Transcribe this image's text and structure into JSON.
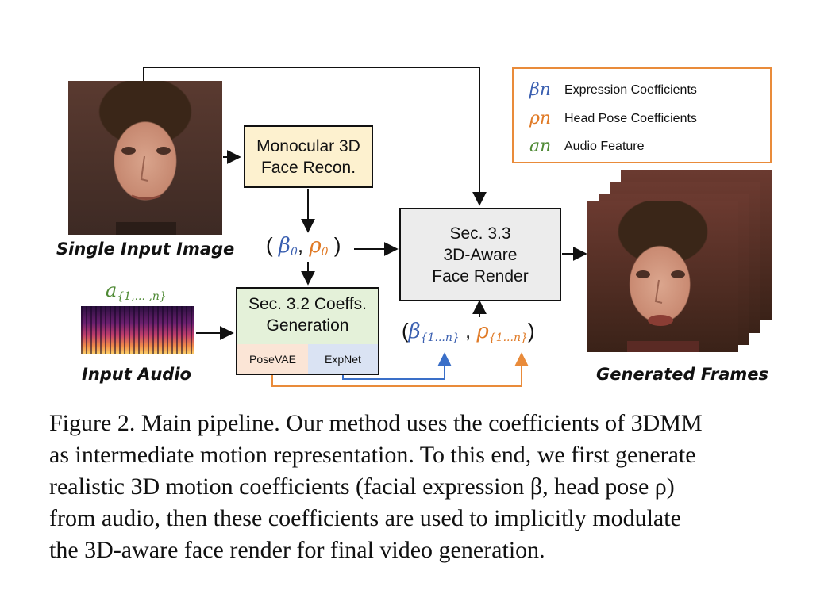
{
  "diagram": {
    "input_image_label": "Single Input Image",
    "input_audio_label": "Input Audio",
    "generated_label": "Generated Frames",
    "recon_box": {
      "line1": "Monocular 3D",
      "line2": "Face Recon."
    },
    "coeff_box": {
      "line1": "Sec. 3.2 Coeffs.",
      "line2": "Generation",
      "posevae": "PoseVAE",
      "expnet": "ExpNet"
    },
    "render_box": {
      "line1": "Sec. 3.3",
      "line2": "3D-Aware",
      "line3": "Face Render"
    },
    "init_coeffs": {
      "open": "(",
      "beta": "β",
      "beta_sub": "0",
      "sep": ",",
      "rho": "ρ",
      "rho_sub": "0",
      "close": ")"
    },
    "seq_coeffs": {
      "open": "(",
      "beta": "β",
      "beta_sub": "{1...n}",
      "sep": ",",
      "rho": "ρ",
      "rho_sub": "{1...n}",
      "close": ")"
    },
    "audio_symbol": {
      "sym": "a",
      "sub": "{1,... ,n}"
    }
  },
  "legend": [
    {
      "sym": "βn",
      "text": "Expression Coefficients",
      "color": "#3a5fb0"
    },
    {
      "sym": "ρn",
      "text": "Head Pose Coefficients",
      "color": "#e07a26"
    },
    {
      "sym": "an",
      "text": "Audio Feature",
      "color": "#4f8a35"
    }
  ],
  "caption": {
    "lines": [
      "Figure 2. Main pipeline. Our method uses the coefficients of 3DMM",
      "as intermediate motion representation. To this end, we first generate",
      "realistic 3D motion coefficients (facial expression β, head pose ρ)",
      "from audio, then these coefficients are used to implicitly modulate",
      "the 3D-aware face render for final video generation."
    ]
  },
  "colors": {
    "expression": "#3a5fb0",
    "pose": "#e07a26",
    "audio": "#4f8a35",
    "recon_fill": "#fdf1cf",
    "coeff_fill": "#e4f1d9",
    "render_fill": "#ececec",
    "posevae_fill": "#fbe5d6",
    "expnet_fill": "#dae3f3",
    "legend_border": "#e98b3a"
  }
}
